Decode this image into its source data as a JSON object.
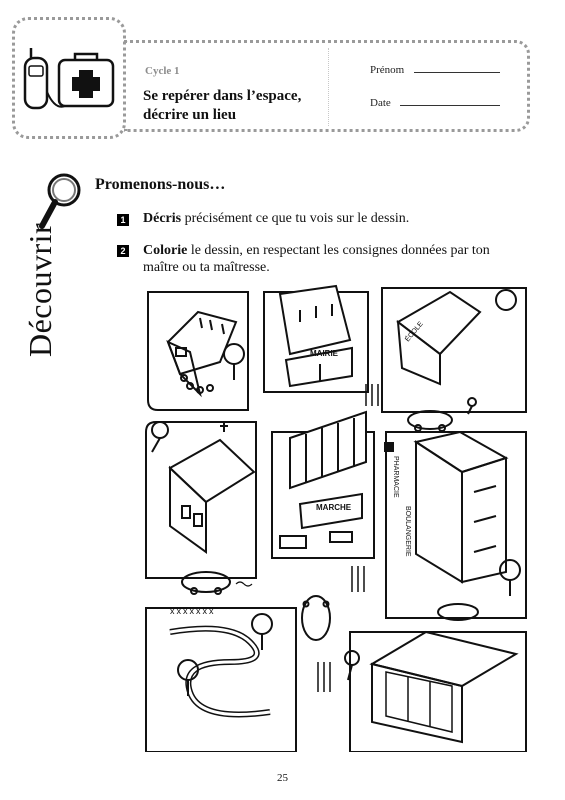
{
  "header": {
    "cycle": "Cycle 1",
    "title": "Se repérer dans l’espace, décrire un lieu",
    "first_name_label": "Prénom",
    "date_label": "Date"
  },
  "side_label": "Découvrir",
  "section_title": "Promenons-nous…",
  "instructions": [
    {
      "number": "1",
      "verb": "Décris",
      "text": " précisément ce que tu vois sur le dessin."
    },
    {
      "number": "2",
      "verb": "Colorie",
      "text": " le dessin, en respectant les consignes données par ton maître ou ta maîtresse."
    }
  ],
  "illustration": {
    "signs": {
      "mairie": "MAIRIE",
      "ecole": "ÉCOLE",
      "marche": "MARCHE",
      "pharmacie": "PHARMACIE",
      "boulangerie": "BOULANGERIE"
    },
    "fence_marks": "xxxxxxx"
  },
  "page_number": "25"
}
